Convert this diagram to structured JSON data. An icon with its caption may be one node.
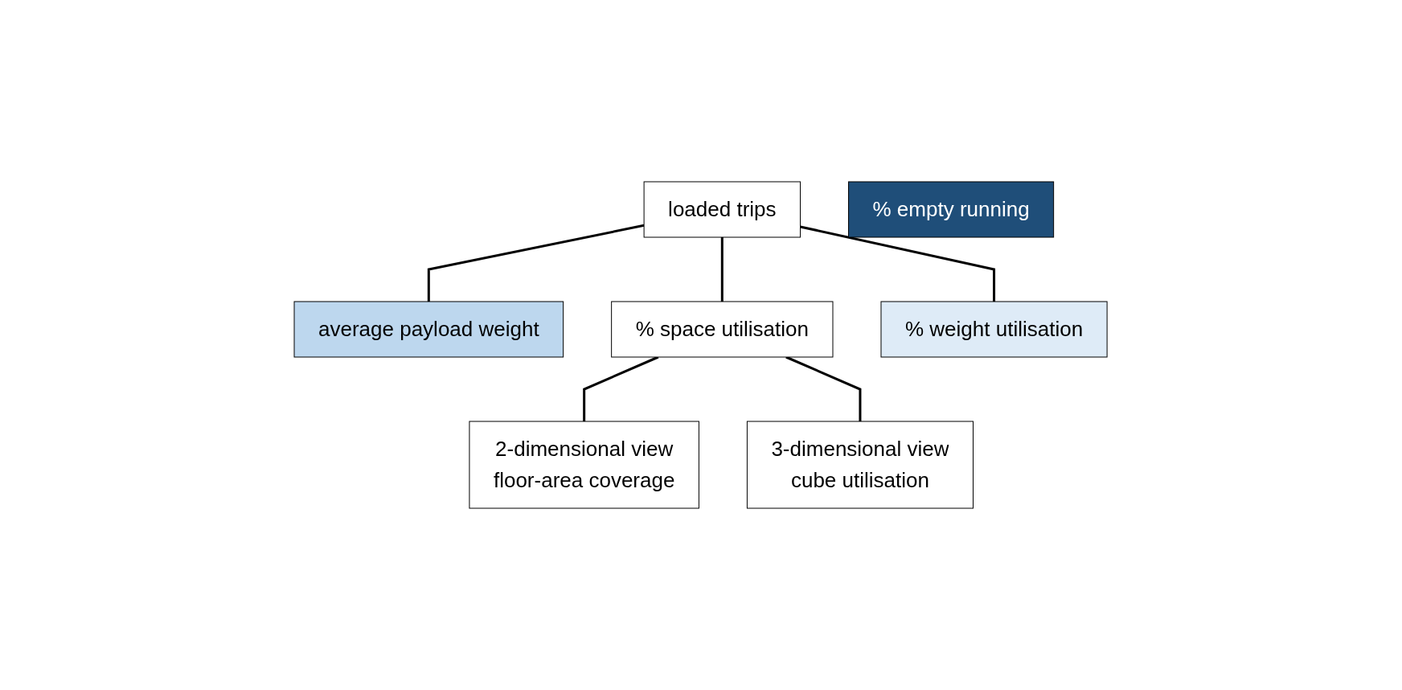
{
  "diagram": {
    "nodes": [
      {
        "text": [
          "% empty running"
        ]
      },
      {
        "text": [
          "loaded trips"
        ]
      },
      {
        "text": [
          "average payload weight"
        ]
      },
      {
        "text": [
          "% space utilisation"
        ]
      },
      {
        "text": [
          "% weight utilisation"
        ]
      },
      {
        "text": [
          "2-dimensional view",
          "floor-area coverage"
        ]
      },
      {
        "text": [
          "3-dimensional view",
          "cube utilisation"
        ]
      }
    ],
    "edges": [
      {
        "from": 1,
        "to": 2,
        "arrow": "none"
      },
      {
        "from": 1,
        "to": 3,
        "arrow": "none"
      },
      {
        "from": 1,
        "to": 4,
        "arrow": "none"
      },
      {
        "from": 3,
        "to": 5,
        "arrow": "none"
      },
      {
        "from": 3,
        "to": 6,
        "arrow": "none"
      }
    ]
  }
}
